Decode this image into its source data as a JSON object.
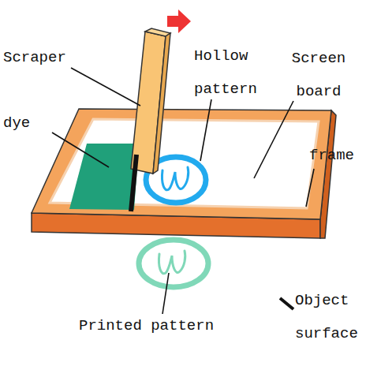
{
  "diagram": {
    "labels": [
      "Scraper",
      "Hollow pattern",
      "Screen board",
      "dye",
      "frame",
      "Printed pattern"
    ],
    "legend": [
      {
        "text": "Object surface"
      }
    ]
  }
}
